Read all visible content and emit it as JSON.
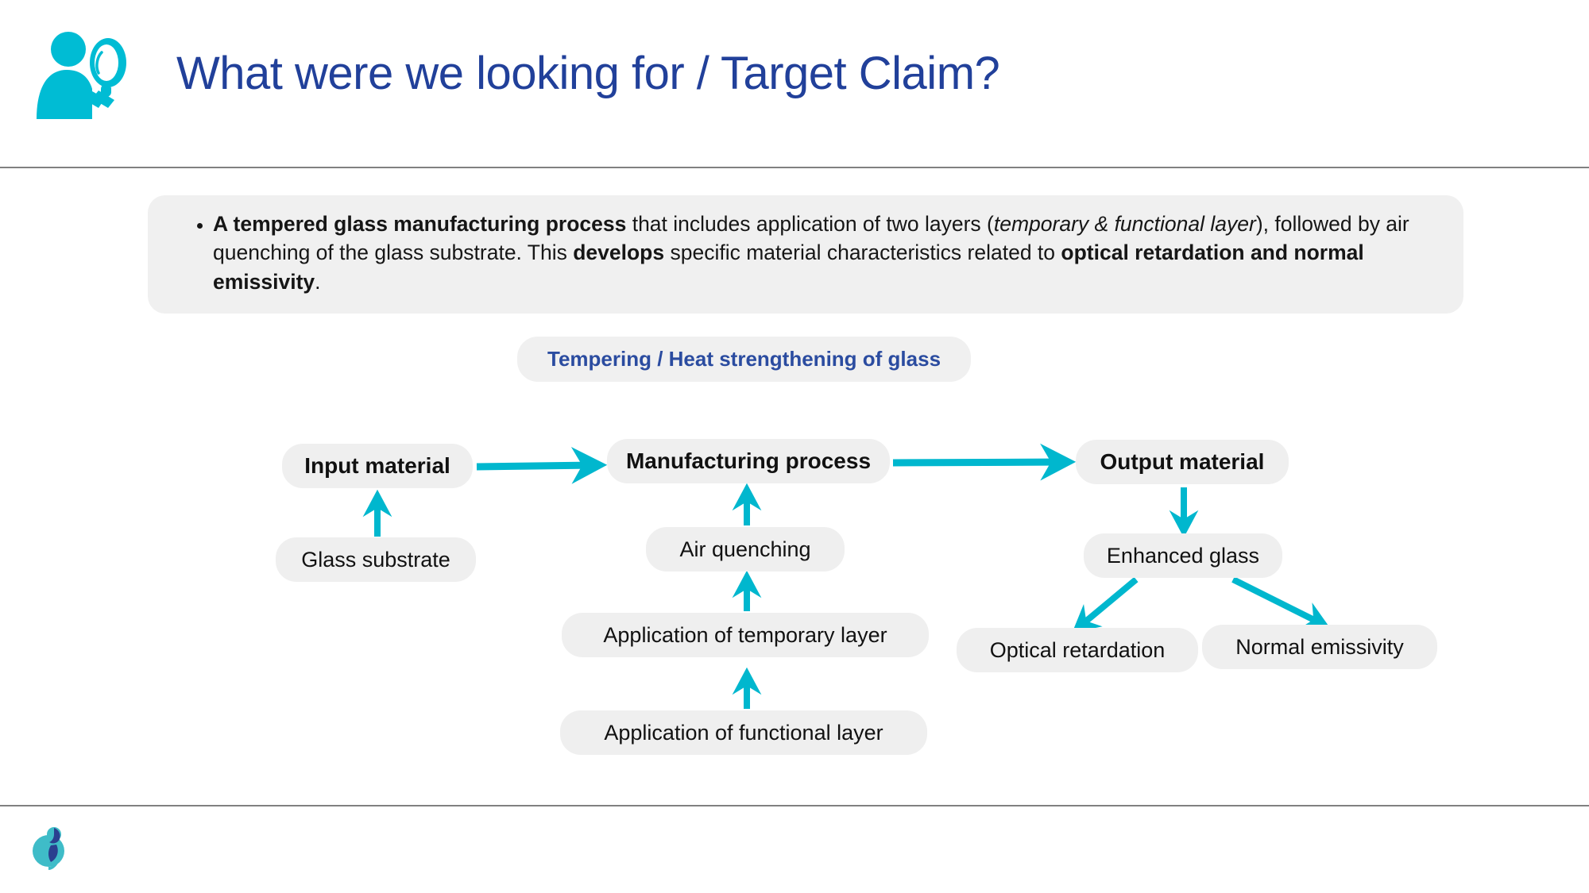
{
  "header": {
    "title": "What were we looking for / Target Claim?",
    "icon": "person-with-magnifier-icon",
    "title_color": "#21409A",
    "accent_color": "#00B7CE"
  },
  "bullet": {
    "items": [
      {
        "segments": [
          {
            "text": "A tempered glass manufacturing process",
            "style": "bold"
          },
          {
            "text": " that includes application of two layers (",
            "style": "normal"
          },
          {
            "text": "temporary & functional layer",
            "style": "italic"
          },
          {
            "text": "), followed by air quenching of the glass substrate. This ",
            "style": "normal"
          },
          {
            "text": "develops",
            "style": "bold"
          },
          {
            "text": " specific material characteristics related to ",
            "style": "normal"
          },
          {
            "text": "optical retardation and normal emissivity",
            "style": "bold"
          },
          {
            "text": ".",
            "style": "normal"
          }
        ]
      }
    ]
  },
  "section_badge": {
    "label": "Tempering / Heat strengthening of glass"
  },
  "diagram": {
    "nodes": {
      "input_material": "Input material",
      "glass_substrate": "Glass substrate",
      "manufacturing_process": "Manufacturing process",
      "air_quenching": "Air quenching",
      "temporary_layer": "Application of temporary layer",
      "functional_layer": "Application of functional layer",
      "output_material": "Output material",
      "enhanced_glass": "Enhanced glass",
      "optical_retardation": "Optical retardation",
      "normal_emissivity": "Normal emissivity"
    },
    "node_fill": "#EFEFEF",
    "arrow_color": "#00B7CE",
    "edges": [
      {
        "from": "input_material",
        "to": "manufacturing_process",
        "direction": "right"
      },
      {
        "from": "manufacturing_process",
        "to": "output_material",
        "direction": "right"
      },
      {
        "from": "glass_substrate",
        "to": "input_material",
        "direction": "up"
      },
      {
        "from": "air_quenching",
        "to": "manufacturing_process",
        "direction": "up"
      },
      {
        "from": "temporary_layer",
        "to": "air_quenching",
        "direction": "up"
      },
      {
        "from": "functional_layer",
        "to": "temporary_layer",
        "direction": "up"
      },
      {
        "from": "output_material",
        "to": "enhanced_glass",
        "direction": "down"
      },
      {
        "from": "enhanced_glass",
        "to": "optical_retardation",
        "direction": "down-left"
      },
      {
        "from": "enhanced_glass",
        "to": "normal_emissivity",
        "direction": "down-right"
      }
    ]
  },
  "footer": {
    "logo": "company-logo-icon",
    "logo_colors": [
      "#3FBCC8",
      "#2A3F8F"
    ]
  }
}
